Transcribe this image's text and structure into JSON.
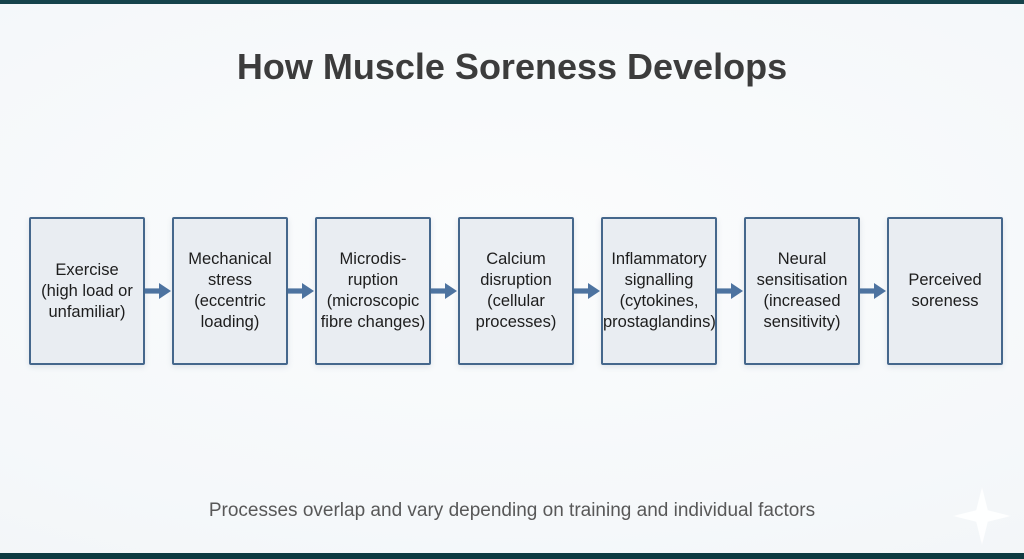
{
  "title": "How Muscle Soreness Develops",
  "footnote": "Processes overlap and vary depending on training and individual factors",
  "flow": {
    "steps": [
      {
        "label": "Exercise (high load or unfamiliar)",
        "lines": [
          "Exercise",
          "(high load or",
          "unfamiliar)"
        ]
      },
      {
        "label": "Mechanical stress (eccentric loading)",
        "lines": [
          "Mechanical",
          "stress",
          "(eccentric",
          "loading)"
        ]
      },
      {
        "label": "Microdis-ruption (microscopic fibre changes)",
        "lines": [
          "Microdis-",
          "ruption",
          "(microscopic",
          "fibre changes)"
        ]
      },
      {
        "label": "Calcium disruption (cellular processes)",
        "lines": [
          "Calcium",
          "disruption",
          "(cellular",
          "processes)"
        ]
      },
      {
        "label": "Inflammatory signalling (cytokines, prostaglandins)",
        "lines": [
          "Inflammatory",
          "signalling",
          "(cytokines,",
          "prostaglandins)"
        ]
      },
      {
        "label": "Neural sensitisation (increased sensitivity)",
        "lines": [
          "Neural",
          "sensitisation",
          "(increased",
          "sensitivity)"
        ]
      },
      {
        "label": "Perceived soreness",
        "lines": [
          "Perceived",
          "soreness"
        ]
      }
    ]
  },
  "icons": {
    "flow_connector": "arrow-right",
    "watermark": "sparkle"
  },
  "colors": {
    "top_bar": "#15434b",
    "bottom_bar": "#0d3a41",
    "title_text": "#3c3c3c",
    "box_fill": "#e9edf2",
    "box_border": "#45678c",
    "box_text": "#1d1d1d",
    "arrow": "#4d73a0",
    "footnote_text": "#585858"
  }
}
